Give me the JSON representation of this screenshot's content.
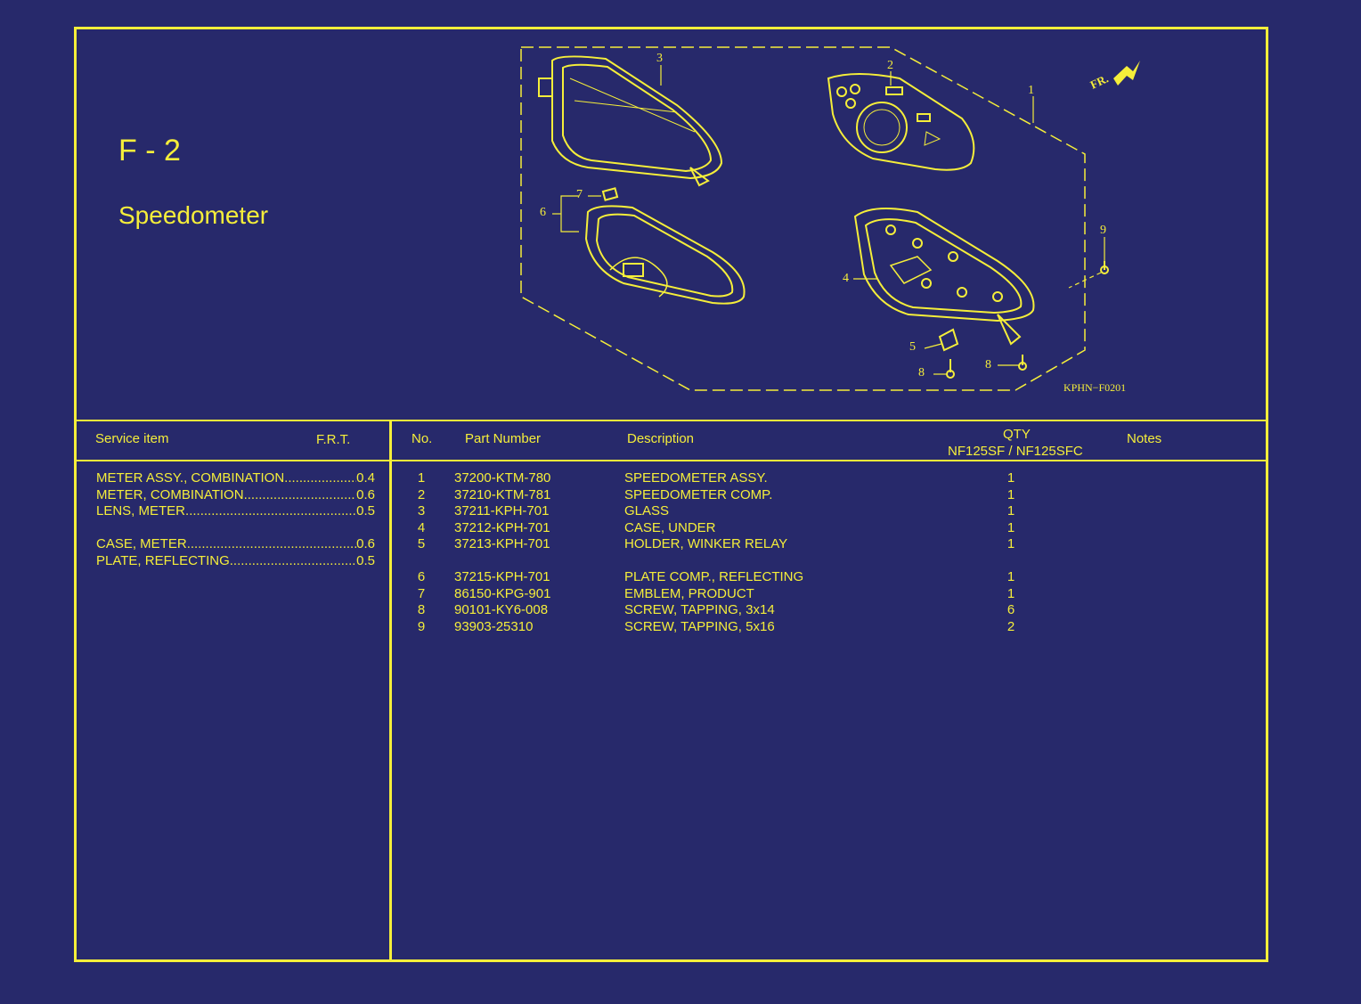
{
  "header": {
    "code": "F - 2",
    "name": "Speedometer"
  },
  "diagram": {
    "ref": "KPHN−F0201",
    "front_label": "FR.",
    "callouts": [
      "1",
      "2",
      "3",
      "4",
      "5",
      "6",
      "7",
      "8",
      "8",
      "9"
    ]
  },
  "service": {
    "col_item": "Service item",
    "col_frt": "F.R.T.",
    "items": [
      {
        "name": "METER ASSY., COMBINATION",
        "frt": "0.4"
      },
      {
        "name": "METER, COMBINATION",
        "frt": "0.6"
      },
      {
        "name": "LENS, METER",
        "frt": "0.5"
      },
      {
        "name": "CASE, METER",
        "frt": "0.6"
      },
      {
        "name": "PLATE, REFLECTING",
        "frt": "0.5"
      }
    ]
  },
  "parts": {
    "col_no": "No.",
    "col_part": "Part Number",
    "col_desc": "Description",
    "col_qty": "QTY",
    "col_qty_models": "NF125SF / NF125SFC",
    "col_notes": "Notes",
    "rows": [
      {
        "no": "1",
        "part": "37200-KTM-780",
        "desc": "SPEEDOMETER ASSY.",
        "qty": "1"
      },
      {
        "no": "2",
        "part": "37210-KTM-781",
        "desc": "SPEEDOMETER COMP.",
        "qty": "1"
      },
      {
        "no": "3",
        "part": "37211-KPH-701",
        "desc": "GLASS",
        "qty": "1"
      },
      {
        "no": "4",
        "part": "37212-KPH-701",
        "desc": "CASE, UNDER",
        "qty": "1"
      },
      {
        "no": "5",
        "part": "37213-KPH-701",
        "desc": "HOLDER, WINKER RELAY",
        "qty": "1"
      },
      {
        "no": "6",
        "part": "37215-KPH-701",
        "desc": "PLATE COMP., REFLECTING",
        "qty": "1"
      },
      {
        "no": "7",
        "part": "86150-KPG-901",
        "desc": "EMBLEM, PRODUCT",
        "qty": "1"
      },
      {
        "no": "8",
        "part": "90101-KY6-008",
        "desc": "SCREW, TAPPING, 3x14",
        "qty": "6"
      },
      {
        "no": "9",
        "part": "93903-25310",
        "desc": "SCREW, TAPPING, 5x16",
        "qty": "2"
      }
    ]
  }
}
